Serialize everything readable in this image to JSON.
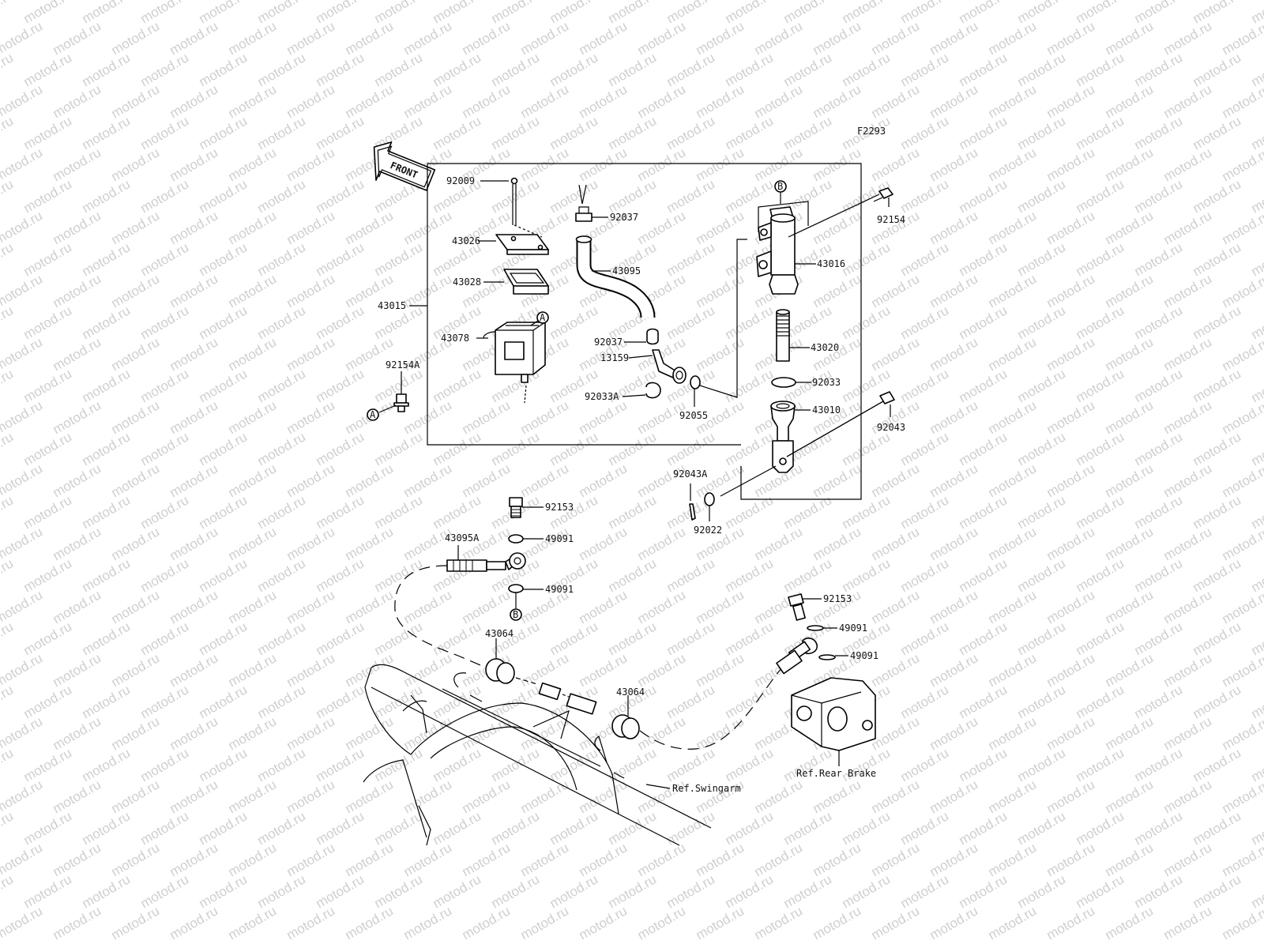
{
  "figure_code": "F2293",
  "front_marker": "FRONT",
  "watermark": "motod.ru",
  "callouts": {
    "a": "A",
    "b": "B"
  },
  "parts": {
    "p92009": "92009",
    "p43026": "43026",
    "p43028": "43028",
    "p43015": "43015",
    "p43078": "43078",
    "p92154A": "92154A",
    "p92037_top": "92037",
    "p43095": "43095",
    "p92037_mid": "92037",
    "p13159": "13159",
    "p92033A": "92033A",
    "p92055": "92055",
    "p43016": "43016",
    "p92154": "92154",
    "p43020": "43020",
    "p92033": "92033",
    "p43010": "43010",
    "p92043": "92043",
    "p92043A": "92043A",
    "p92022": "92022",
    "p92153_top": "92153",
    "p43095A": "43095A",
    "p49091_a": "49091",
    "p49091_b": "49091",
    "p43064_left": "43064",
    "p43064_right": "43064",
    "p92153_bottom": "92153",
    "p49091_c": "49091",
    "p49091_d": "49091"
  },
  "references": {
    "swingarm": "Ref.Swingarm",
    "rear_brake": "Ref.Rear Brake"
  }
}
